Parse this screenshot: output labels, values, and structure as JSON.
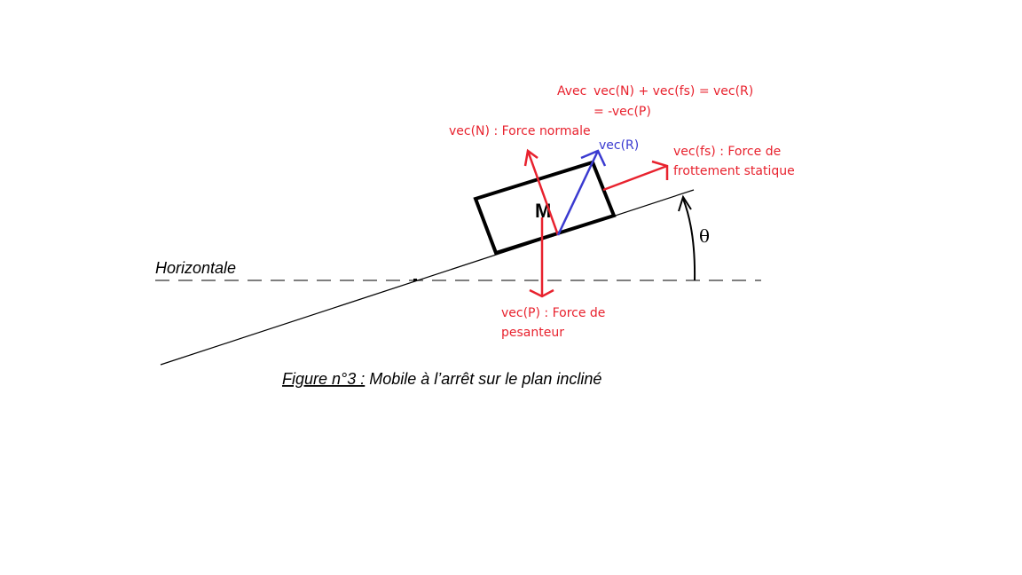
{
  "colors": {
    "force": "#e8222e",
    "resultant": "#3a3ad0",
    "line": "#000000",
    "dash": "#555555"
  },
  "labels": {
    "equation_line1_prefix": "Avec",
    "equation_line1": "vec(N) + vec(fs) = vec(R)",
    "equation_line2": "= -vec(P)",
    "normal": "vec(N) : Force normale",
    "resultant": "vec(R)",
    "friction_line1": "vec(fs) : Force de",
    "friction_line2": "frottement statique",
    "weight_line1": "vec(P) : Force de",
    "weight_line2": "pesanteur",
    "mass": "M",
    "angle": "θ",
    "horizontal": "Horizontale",
    "caption_prefix": "Figure n°3 :",
    "caption_text": " Mobile à l’arrêt sur le plan incliné"
  }
}
